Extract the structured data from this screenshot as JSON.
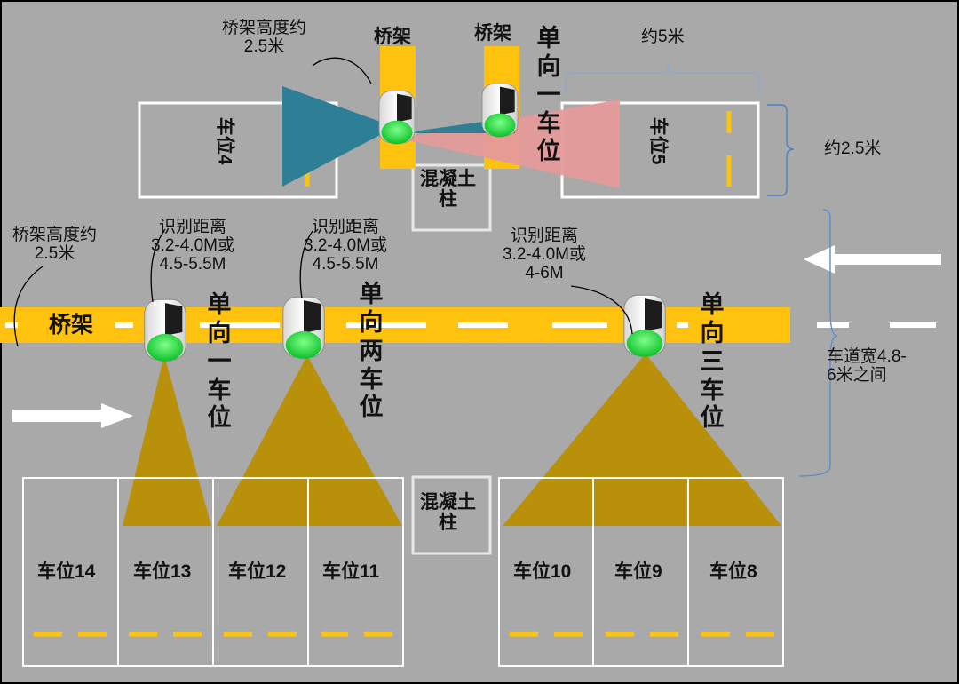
{
  "bridge_label": "桥架",
  "bridge_height_note": "桥架高度约\n2.5米",
  "concrete_column": "混凝土\n柱",
  "top_section": {
    "bridge_left": "桥架",
    "bridge_right": "桥架",
    "camera_label": "单向一车位",
    "width_note": "约5米",
    "height_note": "约2.5米",
    "spot_left": "车位4",
    "spot_right": "车位5"
  },
  "main_section": {
    "bridge_height_note": "桥架高度约\n2.5米",
    "bridge_label": "桥架",
    "cameras": [
      {
        "range": "识别距离\n3.2-4.0M或\n4.5-5.5M",
        "mode": "单向一车位"
      },
      {
        "range": "识别距离\n3.2-4.0M或\n4.5-5.5M",
        "mode": "单向两车位"
      },
      {
        "range": "识别距离\n3.2-4.0M或\n4-6M",
        "mode": "单向三车位"
      }
    ],
    "lane_width_note": "车道宽4.8-\n6米之间",
    "spots_left": [
      "车位14",
      "车位13",
      "车位12",
      "车位11"
    ],
    "spots_right": [
      "车位10",
      "车位9",
      "车位8"
    ]
  },
  "colors": {
    "background": "#a9a9a9",
    "bridge_yellow": "#ffc20e",
    "cone_gold": "#b8900a",
    "cone_teal": "#2e7f95",
    "cone_pink": "#e59a9a",
    "indicator_green": "#22e03a"
  },
  "icons": [
    "camera-icon",
    "arrow-left-icon",
    "arrow-right-icon"
  ]
}
